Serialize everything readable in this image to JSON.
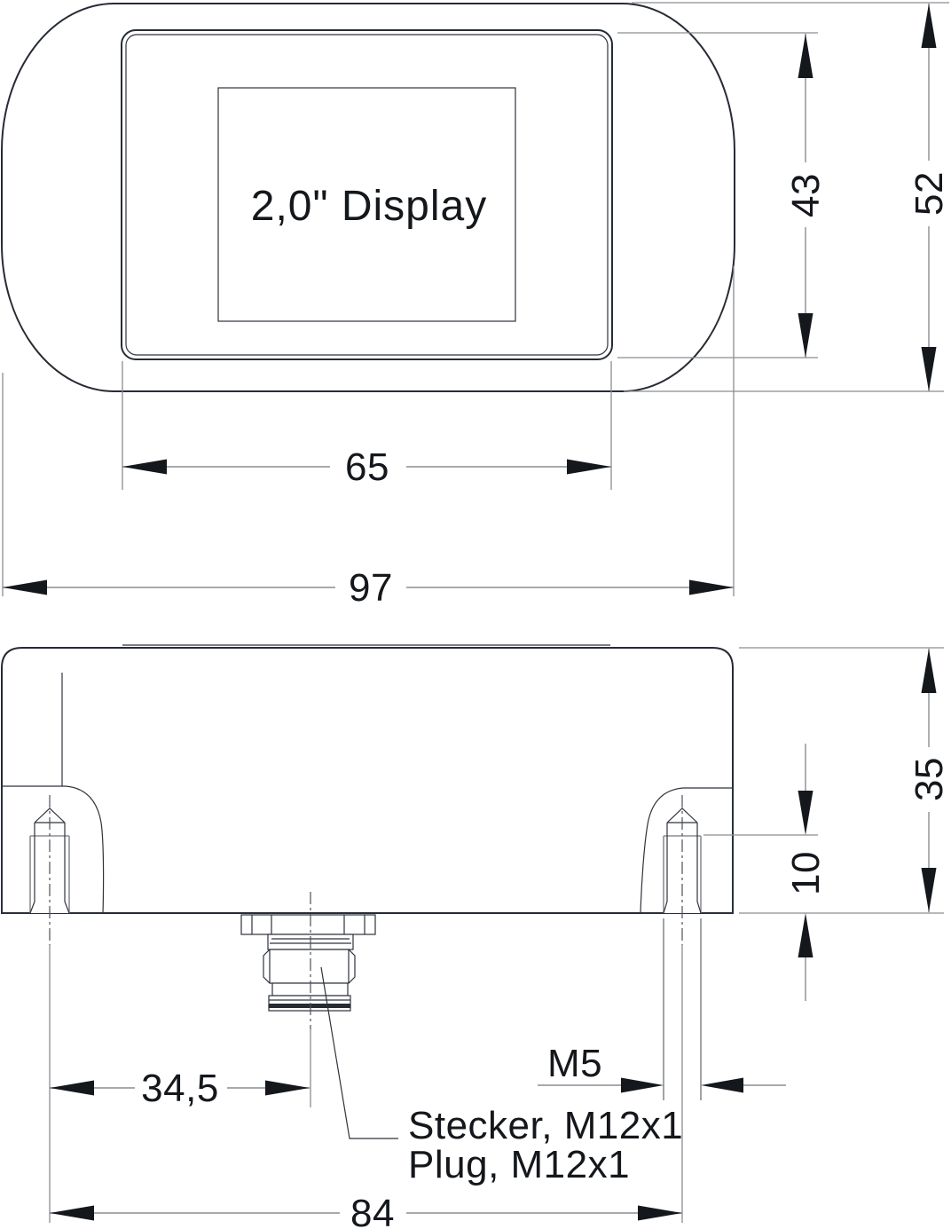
{
  "drawing": {
    "display_label": "2,0\" Display",
    "note": {
      "line1": "Stecker, M12x1",
      "line2": "Plug, M12x1"
    },
    "dims": {
      "bezel_width": "65",
      "overall_width": "97",
      "bezel_height": "43",
      "overall_height": "52",
      "body_height": "35",
      "thread_depth": "10",
      "connector_offset": "34,5",
      "thread_size": "M5",
      "hole_spacing": "84"
    },
    "colors": {
      "outline": "#262b33",
      "dimension_line": "#8a8d92",
      "text": "#14171b",
      "background": "#ffffff"
    }
  }
}
